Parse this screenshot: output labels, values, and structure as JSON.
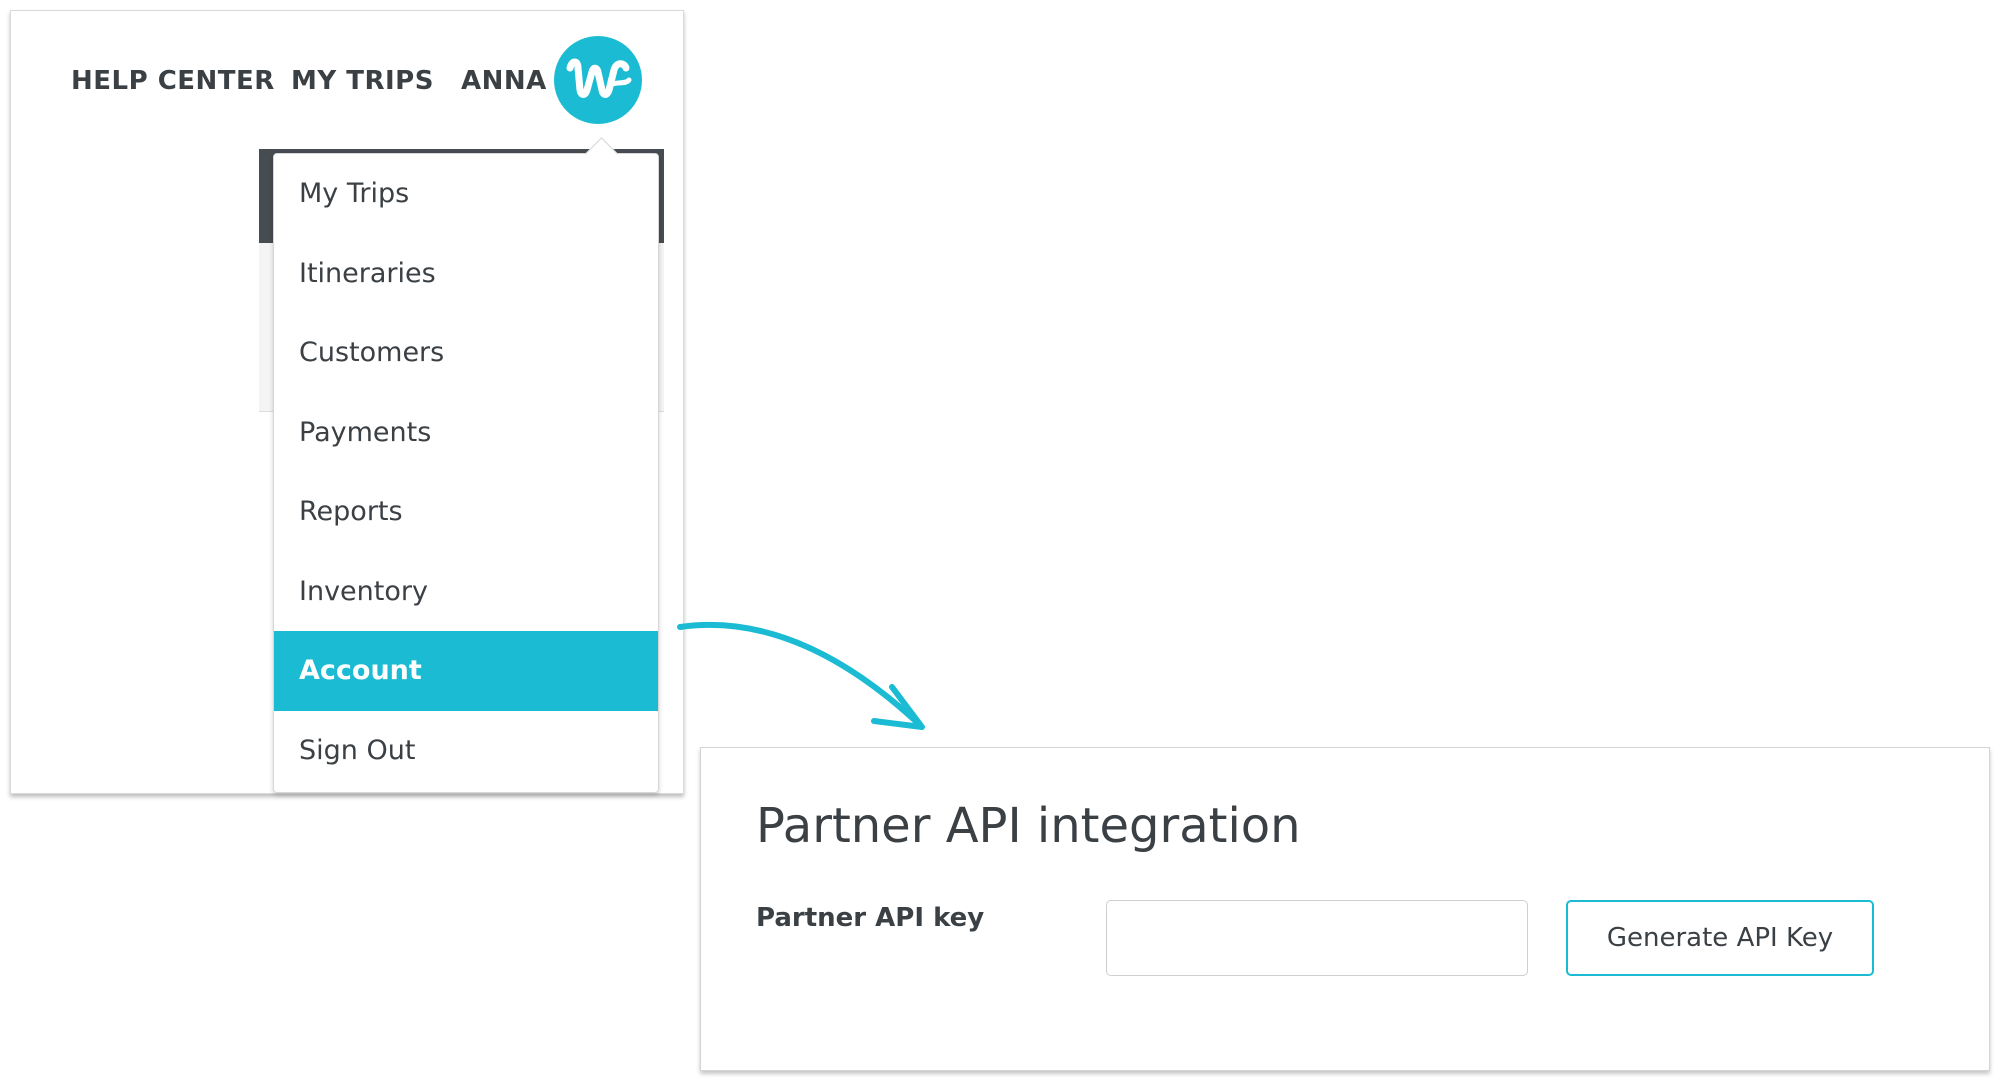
{
  "nav": {
    "help_center": "HELP CENTER",
    "my_trips": "MY TRIPS",
    "user_name": "ANNA"
  },
  "avatar": {
    "icon": "w-logo-icon",
    "color": "#1bbcd3"
  },
  "dropdown": {
    "items": [
      {
        "label": "My Trips"
      },
      {
        "label": "Itineraries"
      },
      {
        "label": "Customers"
      },
      {
        "label": "Payments"
      },
      {
        "label": "Reports"
      },
      {
        "label": "Inventory"
      },
      {
        "label": "Account",
        "active": true
      },
      {
        "label": "Sign Out"
      }
    ]
  },
  "api_card": {
    "title": "Partner API integration",
    "key_label": "Partner API key",
    "key_value": "",
    "button_label": "Generate API Key"
  },
  "colors": {
    "accent": "#1bbcd3",
    "text": "#3b4045",
    "dark_bar": "#464c52"
  }
}
